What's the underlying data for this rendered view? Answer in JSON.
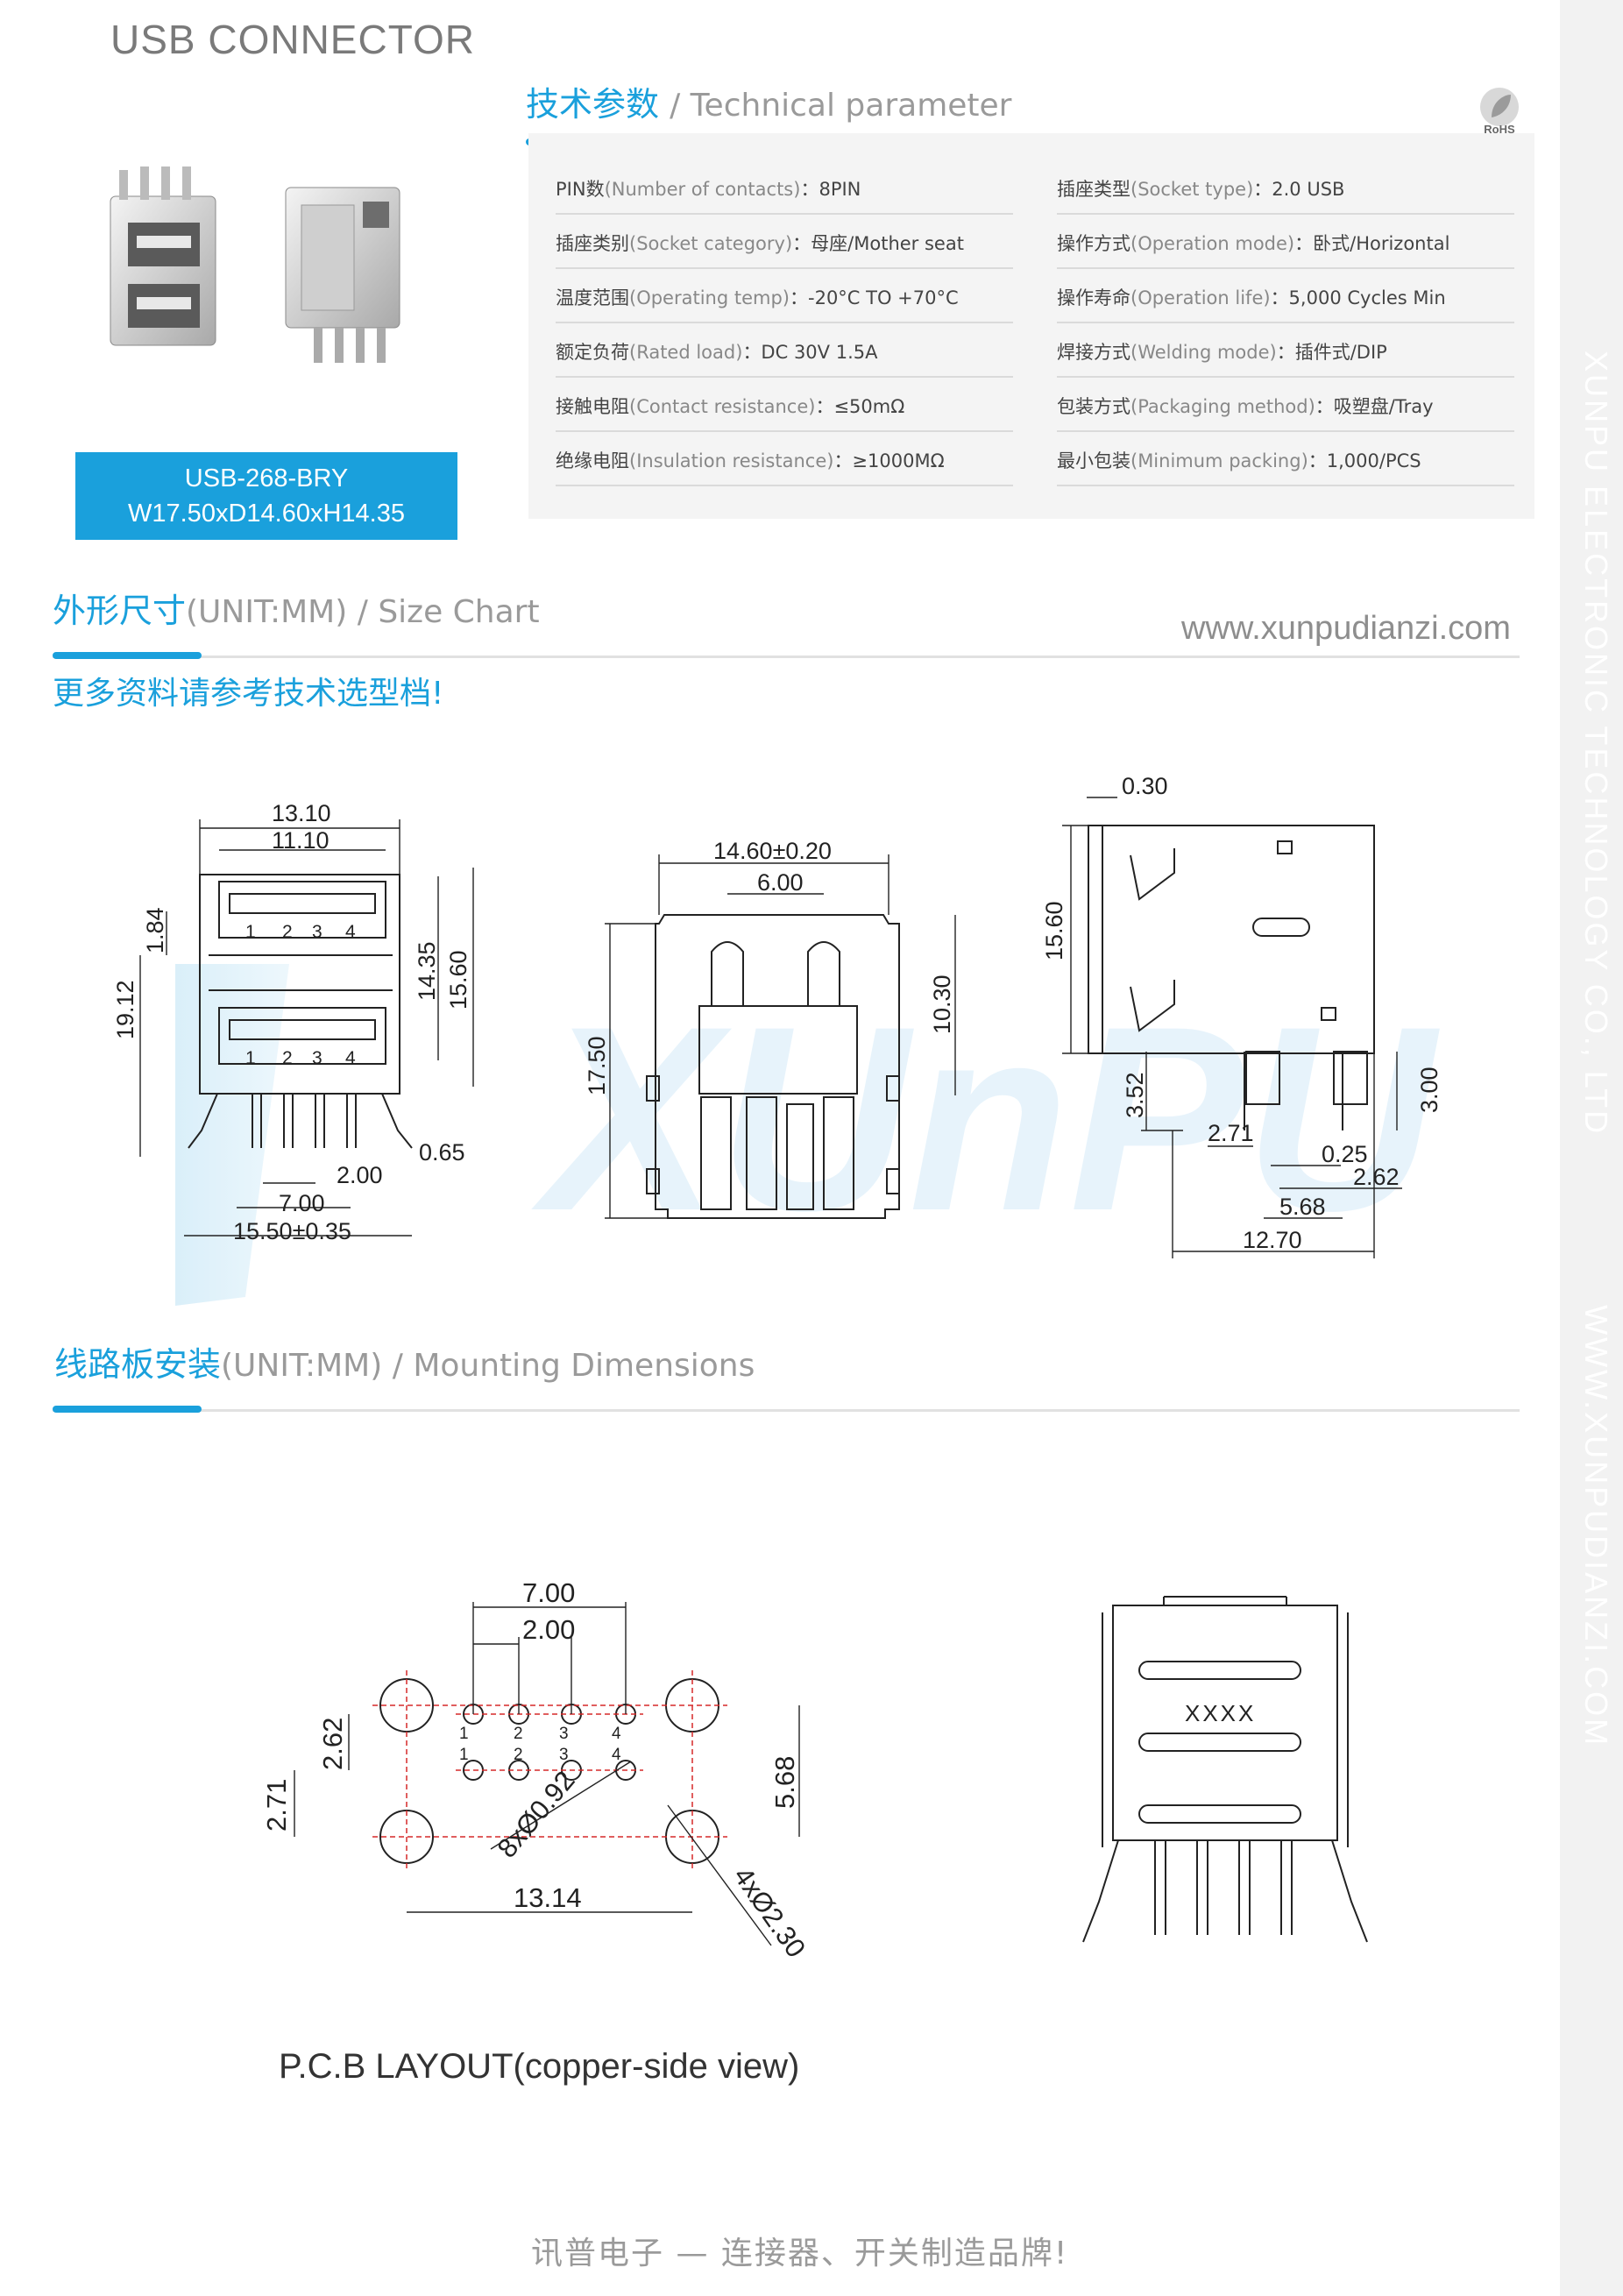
{
  "doc_title": "USB CONNECTOR",
  "side_text": [
    "XUNPU ELECTRONIC TECHNOLOGY CO., LTD",
    "WWW.XUNPUDIANZI.COM"
  ],
  "rohs_label": "RoHS",
  "tech": {
    "cn": "技术参数",
    "en": "/ Technical parameter"
  },
  "params_left": [
    {
      "cn": "PIN数",
      "en": "(Number of contacts)",
      "value": "：8PIN"
    },
    {
      "cn": "插座类别",
      "en": "(Socket category)",
      "value": "：母座/Mother seat"
    },
    {
      "cn": "温度范围",
      "en": "(Operating temp)",
      "value": "：-20°C TO +70°C"
    },
    {
      "cn": "额定负荷",
      "en": "(Rated load)",
      "value": "：DC 30V 1.5A"
    },
    {
      "cn": "接触电阻",
      "en": "(Contact resistance)",
      "value": "：≤50mΩ"
    },
    {
      "cn": "绝缘电阻",
      "en": "(Insulation resistance)",
      "value": "：≥1000MΩ"
    }
  ],
  "params_right": [
    {
      "cn": "插座类型",
      "en": "(Socket type)",
      "value": "：2.0 USB"
    },
    {
      "cn": "操作方式",
      "en": "(Operation mode)",
      "value": "：卧式/Horizontal"
    },
    {
      "cn": "操作寿命",
      "en": "(Operation life)",
      "value": "：5,000 Cycles Min"
    },
    {
      "cn": "焊接方式",
      "en": "(Welding mode)",
      "value": "：插件式/DIP"
    },
    {
      "cn": "包装方式",
      "en": "(Packaging method)",
      "value": "：吸塑盘/Tray"
    },
    {
      "cn": "最小包装",
      "en": "(Minimum packing)",
      "value": "：1,000/PCS"
    }
  ],
  "model": {
    "name": "USB-268-BRY",
    "dims": "W17.50xD14.60xH14.35"
  },
  "size_chart": {
    "cn": "外形尺寸",
    "unit": "(UNIT:MM)",
    "en": " / Size Chart"
  },
  "website": "www.xunpudianzi.com",
  "note": "更多资料请参考技术选型档!",
  "mounting": {
    "cn": "线路板安装",
    "unit": "(UNIT:MM)",
    "en": " / Mounting Dimensions"
  },
  "dims_front": [
    "13.10",
    "11.10",
    "1.84",
    "19.12",
    "14.35",
    "15.60",
    "0.65",
    "2.00",
    "7.00",
    "15.50±0.35"
  ],
  "dims_side": [
    "14.60±0.20",
    "6.00",
    "10.30",
    "17.50"
  ],
  "dims_right": [
    "0.30",
    "15.60",
    "3.52",
    "2.71",
    "0.25",
    "2.62",
    "5.68",
    "12.70",
    "3.00"
  ],
  "pin_numbers": [
    "1",
    "2",
    "3",
    "4"
  ],
  "dims_pcb": [
    "7.00",
    "2.00",
    "2.62",
    "2.71",
    "5.68",
    "13.14",
    "8xØ0.92",
    "4xØ2.30"
  ],
  "marking": "XXXX",
  "pcb_caption": "P.C.B LAYOUT(copper-side view)",
  "footer": "讯普电子 — 连接器、开关制造品牌!"
}
